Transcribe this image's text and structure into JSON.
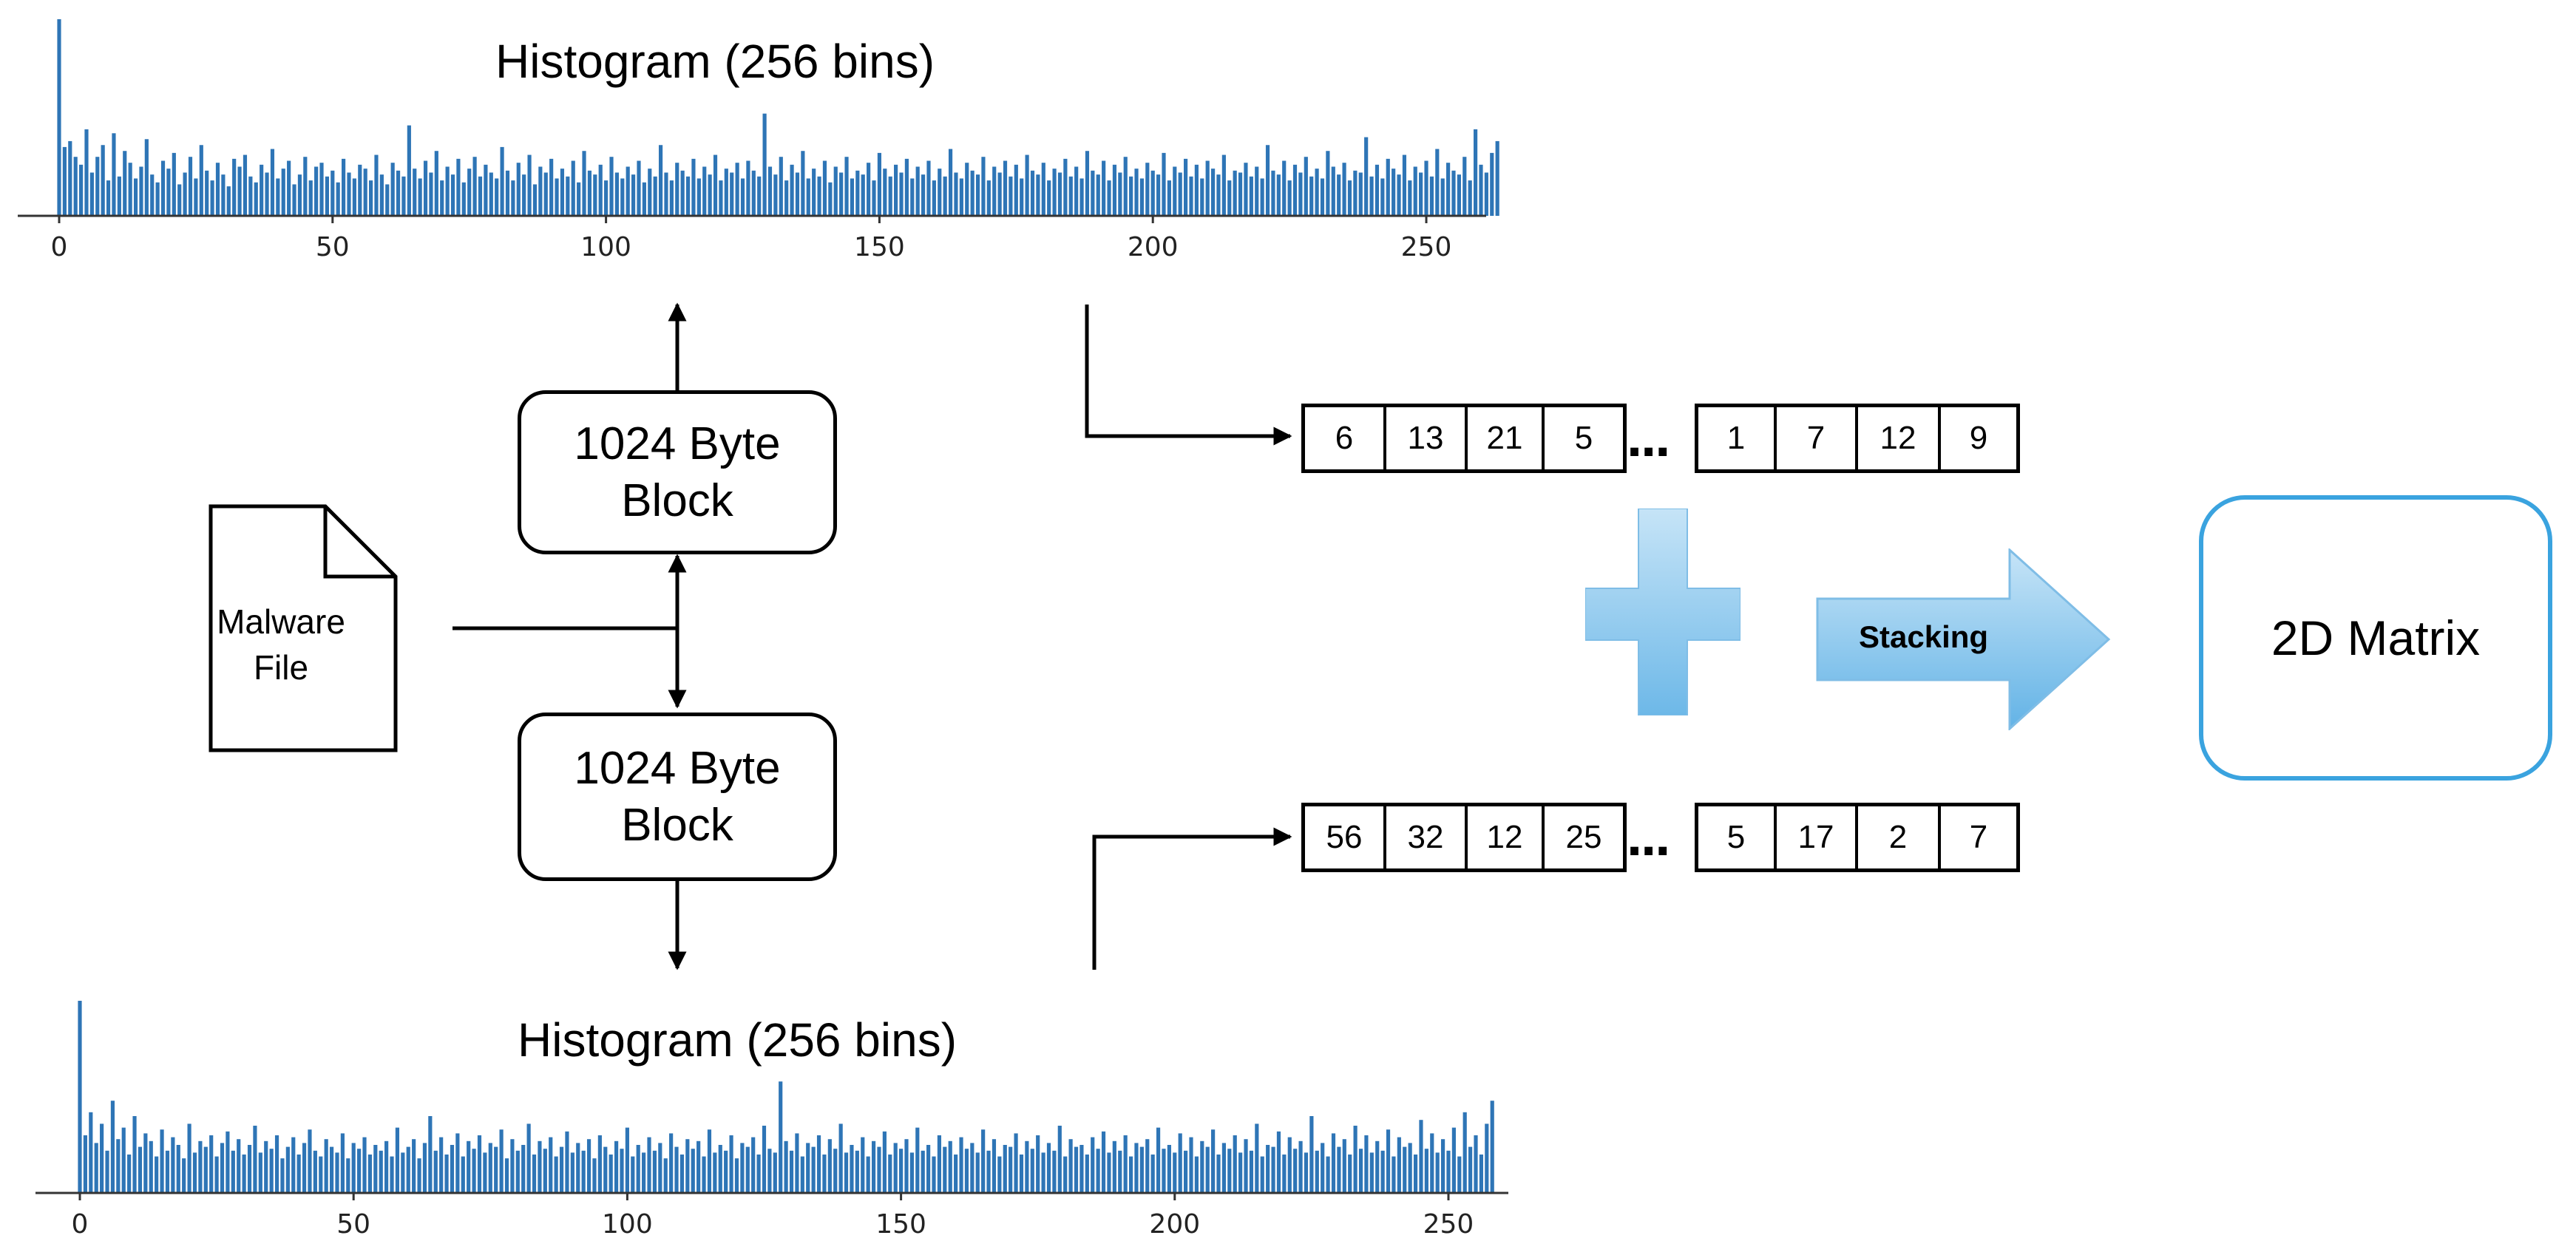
{
  "histogram_top": {
    "title": "Histogram (256 bins)",
    "x_ticks": [
      "0",
      "50",
      "100",
      "150",
      "200",
      "250"
    ]
  },
  "histogram_bottom": {
    "title": "Histogram (256 bins)",
    "x_ticks": [
      "0",
      "50",
      "100",
      "150",
      "200",
      "250"
    ]
  },
  "malware_file": {
    "line1": "Malware",
    "line2": "File"
  },
  "block_top": {
    "line1": "1024 Byte",
    "line2": "Block"
  },
  "block_bottom": {
    "line1": "1024 Byte",
    "line2": "Block"
  },
  "vector_top": {
    "left": [
      "6",
      "13",
      "21",
      "5"
    ],
    "ellipsis": "...",
    "right": [
      "1",
      "7",
      "12",
      "9"
    ]
  },
  "vector_bottom": {
    "left": [
      "56",
      "32",
      "12",
      "25"
    ],
    "ellipsis": "...",
    "right": [
      "5",
      "17",
      "2",
      "7"
    ]
  },
  "stacking_label": "Stacking",
  "matrix_label": "2D Matrix",
  "colors": {
    "bar": "#2e75b6",
    "accent": "#3aa3df",
    "plus_light": "#bfe0f5",
    "plus_dark": "#5fb0e6"
  },
  "chart_data": [
    {
      "type": "bar",
      "title": "Histogram (256 bins)",
      "xlabel": "",
      "ylabel": "",
      "xlim": [
        0,
        255
      ],
      "ylim": [
        0,
        1
      ],
      "x_ticks": [
        0,
        50,
        100,
        150,
        200,
        250
      ],
      "x": "0..255 (byte value bins)",
      "values": [
        1.0,
        0.35,
        0.38,
        0.3,
        0.26,
        0.44,
        0.22,
        0.3,
        0.36,
        0.18,
        0.42,
        0.2,
        0.33,
        0.27,
        0.19,
        0.25,
        0.39,
        0.21,
        0.17,
        0.28,
        0.24,
        0.32,
        0.16,
        0.22,
        0.3,
        0.19,
        0.36,
        0.23,
        0.18,
        0.27,
        0.21,
        0.15,
        0.29,
        0.25,
        0.31,
        0.2,
        0.17,
        0.26,
        0.22,
        0.34,
        0.19,
        0.24,
        0.28,
        0.16,
        0.21,
        0.3,
        0.18,
        0.25,
        0.27,
        0.2,
        0.23,
        0.17,
        0.29,
        0.22,
        0.19,
        0.26,
        0.24,
        0.18,
        0.31,
        0.21,
        0.16,
        0.27,
        0.23,
        0.2,
        0.46,
        0.24,
        0.19,
        0.28,
        0.22,
        0.33,
        0.18,
        0.25,
        0.21,
        0.29,
        0.17,
        0.24,
        0.3,
        0.2,
        0.26,
        0.22,
        0.19,
        0.35,
        0.23,
        0.18,
        0.27,
        0.21,
        0.31,
        0.16,
        0.25,
        0.22,
        0.29,
        0.19,
        0.24,
        0.2,
        0.28,
        0.17,
        0.33,
        0.23,
        0.21,
        0.26,
        0.18,
        0.3,
        0.22,
        0.19,
        0.25,
        0.21,
        0.28,
        0.17,
        0.24,
        0.2,
        0.36,
        0.22,
        0.18,
        0.27,
        0.23,
        0.2,
        0.29,
        0.19,
        0.25,
        0.21,
        0.31,
        0.18,
        0.24,
        0.22,
        0.27,
        0.19,
        0.28,
        0.23,
        0.2,
        0.52,
        0.25,
        0.21,
        0.3,
        0.18,
        0.26,
        0.22,
        0.33,
        0.19,
        0.24,
        0.2,
        0.28,
        0.17,
        0.25,
        0.22,
        0.3,
        0.19,
        0.23,
        0.21,
        0.27,
        0.18,
        0.32,
        0.24,
        0.2,
        0.26,
        0.22,
        0.29,
        0.19,
        0.25,
        0.21,
        0.28,
        0.18,
        0.24,
        0.2,
        0.34,
        0.22,
        0.19,
        0.27,
        0.23,
        0.21,
        0.3,
        0.18,
        0.25,
        0.22,
        0.28,
        0.2,
        0.26,
        0.19,
        0.31,
        0.23,
        0.21,
        0.27,
        0.18,
        0.24,
        0.22,
        0.29,
        0.2,
        0.25,
        0.19,
        0.33,
        0.23,
        0.21,
        0.28,
        0.18,
        0.26,
        0.22,
        0.3,
        0.2,
        0.24,
        0.19,
        0.27,
        0.23,
        0.21,
        0.32,
        0.18,
        0.25,
        0.22,
        0.29,
        0.2,
        0.26,
        0.19,
        0.28,
        0.24,
        0.21,
        0.31,
        0.18,
        0.23,
        0.22,
        0.27,
        0.2,
        0.25,
        0.19,
        0.36,
        0.23,
        0.21,
        0.28,
        0.18,
        0.26,
        0.22,
        0.3,
        0.2,
        0.24,
        0.19,
        0.33,
        0.25,
        0.21,
        0.27,
        0.18,
        0.23,
        0.22,
        0.4,
        0.2,
        0.26,
        0.19,
        0.29,
        0.24,
        0.21,
        0.31,
        0.18,
        0.25,
        0.22,
        0.28,
        0.2,
        0.34,
        0.19,
        0.27,
        0.23,
        0.21,
        0.3,
        0.18,
        0.44,
        0.26,
        0.22,
        0.32,
        0.38
      ]
    },
    {
      "type": "bar",
      "title": "Histogram (256 bins)",
      "xlabel": "",
      "ylabel": "",
      "xlim": [
        0,
        255
      ],
      "ylim": [
        0,
        1
      ],
      "x_ticks": [
        0,
        50,
        100,
        150,
        200,
        250
      ],
      "x": "0..255 (byte value bins)",
      "values": [
        1.0,
        0.3,
        0.42,
        0.26,
        0.36,
        0.22,
        0.48,
        0.28,
        0.34,
        0.2,
        0.4,
        0.24,
        0.31,
        0.27,
        0.19,
        0.33,
        0.22,
        0.29,
        0.25,
        0.18,
        0.36,
        0.21,
        0.27,
        0.24,
        0.3,
        0.19,
        0.26,
        0.32,
        0.22,
        0.28,
        0.2,
        0.25,
        0.35,
        0.21,
        0.27,
        0.23,
        0.3,
        0.18,
        0.24,
        0.29,
        0.2,
        0.26,
        0.33,
        0.22,
        0.19,
        0.28,
        0.24,
        0.21,
        0.31,
        0.18,
        0.26,
        0.23,
        0.29,
        0.2,
        0.25,
        0.22,
        0.27,
        0.19,
        0.34,
        0.21,
        0.24,
        0.28,
        0.18,
        0.26,
        0.4,
        0.22,
        0.29,
        0.2,
        0.25,
        0.31,
        0.19,
        0.27,
        0.23,
        0.3,
        0.21,
        0.26,
        0.24,
        0.33,
        0.18,
        0.28,
        0.22,
        0.25,
        0.36,
        0.2,
        0.27,
        0.23,
        0.29,
        0.19,
        0.24,
        0.32,
        0.21,
        0.26,
        0.22,
        0.28,
        0.18,
        0.3,
        0.24,
        0.2,
        0.27,
        0.23,
        0.34,
        0.19,
        0.25,
        0.21,
        0.29,
        0.22,
        0.26,
        0.18,
        0.31,
        0.24,
        0.2,
        0.28,
        0.23,
        0.27,
        0.19,
        0.33,
        0.21,
        0.25,
        0.22,
        0.3,
        0.18,
        0.26,
        0.24,
        0.29,
        0.2,
        0.35,
        0.23,
        0.21,
        0.58,
        0.27,
        0.22,
        0.31,
        0.19,
        0.26,
        0.24,
        0.3,
        0.2,
        0.28,
        0.23,
        0.36,
        0.21,
        0.25,
        0.22,
        0.29,
        0.19,
        0.27,
        0.24,
        0.32,
        0.2,
        0.26,
        0.23,
        0.28,
        0.21,
        0.34,
        0.22,
        0.25,
        0.19,
        0.3,
        0.24,
        0.27,
        0.2,
        0.29,
        0.23,
        0.26,
        0.21,
        0.33,
        0.22,
        0.28,
        0.19,
        0.25,
        0.24,
        0.31,
        0.2,
        0.27,
        0.23,
        0.3,
        0.21,
        0.26,
        0.22,
        0.35,
        0.19,
        0.28,
        0.24,
        0.25,
        0.2,
        0.29,
        0.23,
        0.32,
        0.21,
        0.27,
        0.22,
        0.3,
        0.19,
        0.26,
        0.24,
        0.28,
        0.2,
        0.34,
        0.23,
        0.25,
        0.21,
        0.31,
        0.22,
        0.29,
        0.19,
        0.27,
        0.24,
        0.33,
        0.2,
        0.26,
        0.23,
        0.3,
        0.21,
        0.28,
        0.22,
        0.36,
        0.19,
        0.25,
        0.24,
        0.32,
        0.2,
        0.29,
        0.23,
        0.27,
        0.21,
        0.4,
        0.22,
        0.26,
        0.19,
        0.31,
        0.24,
        0.28,
        0.2,
        0.35,
        0.23,
        0.3,
        0.21,
        0.27,
        0.22,
        0.33,
        0.19,
        0.29,
        0.24,
        0.26,
        0.2,
        0.38,
        0.23,
        0.31,
        0.21,
        0.28,
        0.22,
        0.34,
        0.19,
        0.42,
        0.24,
        0.3,
        0.2,
        0.36,
        0.48
      ]
    }
  ]
}
